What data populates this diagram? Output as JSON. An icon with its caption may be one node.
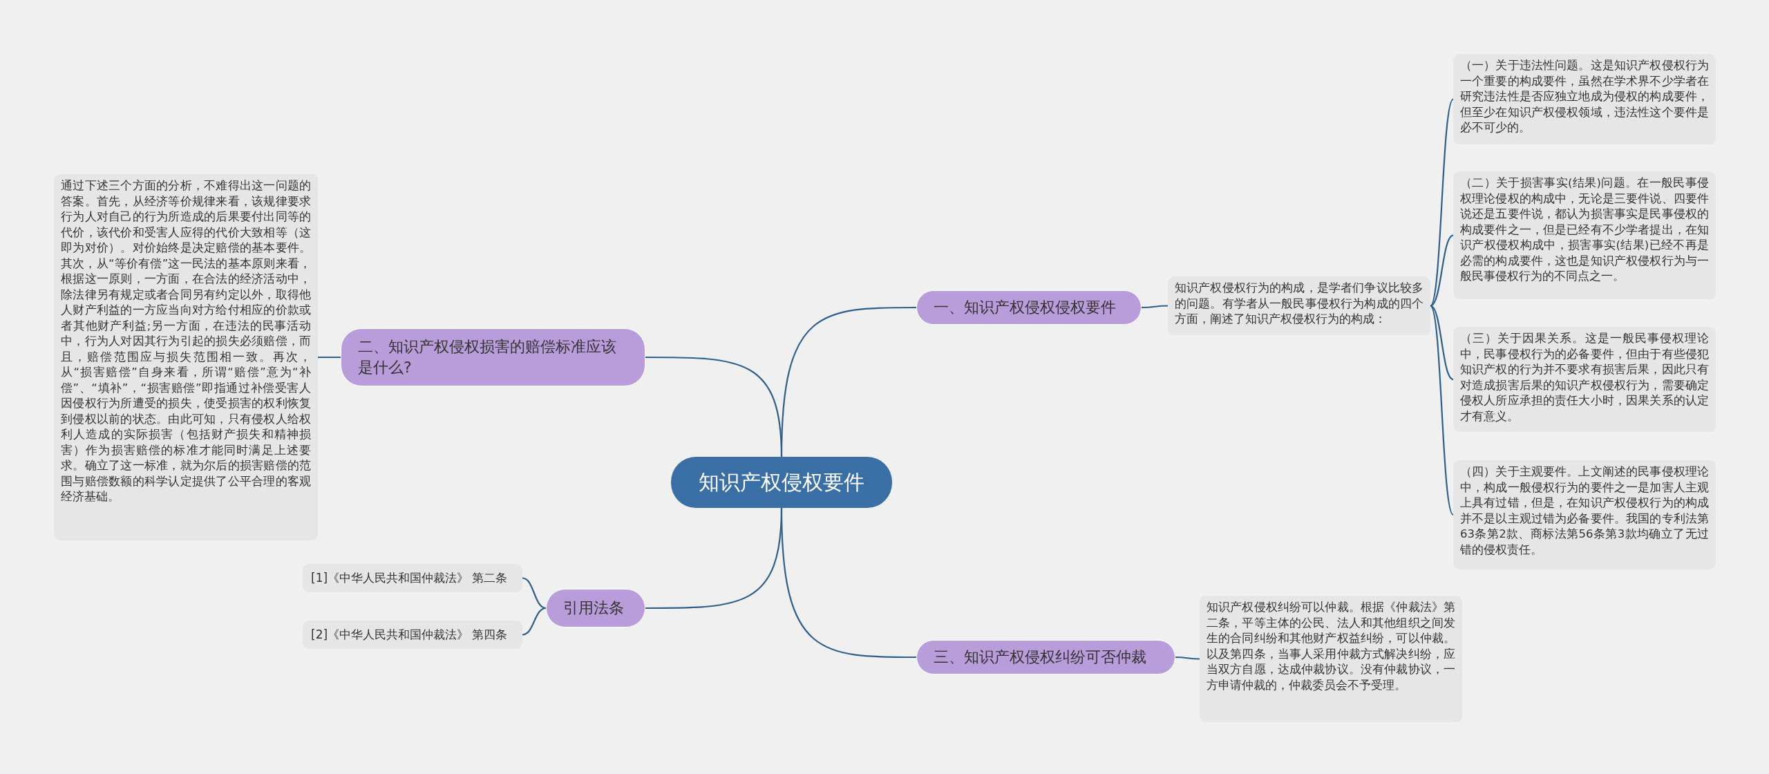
{
  "diagram": {
    "nodes": [
      {
        "text": [
          "知识产权侵权要件"
        ]
      },
      {
        "text": [
          "一、知识产权侵权侵权要件"
        ]
      },
      {
        "text": [
          "知识产权侵权行为的构成，是学者们争议比较多的问题。有学者从一般民事侵权行为构成的四个方面，阐述了知识产权侵权行为的构成："
        ]
      },
      {
        "text": [
          "（一）关于违法性问题。这是知识产权侵权行为一个重要的构成要件，虽然在学术界不少学者在研究违法性是否应独立地成为侵权的构成要件，但至少在知识产权侵权领域，违法性这个要件是必不可少的。"
        ]
      },
      {
        "text": [
          "（二）关于损害事实(结果)问题。在一般民事侵权理论侵权的构成中，无论是三要件说、四要件说还是五要件说，都认为损害事实是民事侵权的构成要件之一，但是已经有不少学者提出，在知识产权侵权构成中，损害事实(结果)已经不再是必需的构成要件，这也是知识产权侵权行为与一般民事侵权行为的不同点之一。"
        ]
      },
      {
        "text": [
          "（三）关于因果关系。这是一般民事侵权理论中，民事侵权行为的必备要件，但由于有些侵犯知识产权的行为并不要求有损害后果，因此只有对造成损害后果的知识产权侵权行为，需要确定侵权人所应承担的责任大小时，因果关系的认定才有意义。"
        ]
      },
      {
        "text": [
          "（四）关于主观要件。上文阐述的民事侵权理论中，构成一般侵权行为的要件之一是加害人主观上具有过错，但是，在知识产权侵权行为的构成并不是以主观过错为必备要件。我国的专利法第63条第2款、商标法第56条第3款均确立了无过错的侵权责任。"
        ]
      },
      {
        "text": [
          "二、知识产权侵权损害的赔偿标准应该是什么?"
        ]
      },
      {
        "text": [
          "通过下述三个方面的分析，不难得出这一问题的答案。首先，从经济等价规律来看，该规律要求行为人对自己的行为所造成的后果要付出同等的代价，该代价和受害人应得的代价大致相等（这即为对价）。对价始终是决定赔偿的基本要件。其次，从“等价有偿”这一民法的基本原则来看，根据这一原则，一方面，在合法的经济活动中，除法律另有规定或者合同另有约定以外，取得他人财产利益的一方应当向对方给付相应的价款或者其他财产利益;另一方面，在违法的民事活动中，行为人对因其行为引起的损失必须赔偿，而且，赔偿范围应与损失范围相一致。再次，从“损害赔偿”自身来看，所谓“赔偿”意为“补偿”、“填补”，“损害赔偿”即指通过补偿受害人因侵权行为所遭受的损失，使受损害的权利恢复到侵权以前的状态。由此可知，只有侵权人给权利人造成的实际损害（包括财产损失和精神损害）作为损害赔偿的标准才能同时满足上述要求。确立了这一标准，就为尔后的损害赔偿的范围与赔偿数额的科学认定提供了公平合理的客观经济基础。"
        ]
      },
      {
        "text": [
          "引用法条"
        ]
      },
      {
        "text": [
          "[1]《中华人民共和国仲裁法》 第二条"
        ]
      },
      {
        "text": [
          "[2]《中华人民共和国仲裁法》 第四条"
        ]
      },
      {
        "text": [
          "三、知识产权侵权纠纷可否仲裁"
        ]
      },
      {
        "text": [
          "知识产权侵权纠纷可以仲裁。根据《仲裁法》第二条，平等主体的公民、法人和其他组织之间发生的合同纠纷和其他财产权益纠纷，可以仲裁。以及第四条，当事人采用仲裁方式解决纠纷，应当双方自愿，达成仲裁协议。没有仲裁协议，一方申请仲裁的，仲裁委员会不予受理。"
        ]
      }
    ],
    "edges": [
      {
        "from": 0,
        "to": 1,
        "arrow": "none"
      },
      {
        "from": 1,
        "to": 2,
        "arrow": "none"
      },
      {
        "from": 2,
        "to": 3,
        "arrow": "none"
      },
      {
        "from": 2,
        "to": 4,
        "arrow": "none"
      },
      {
        "from": 2,
        "to": 5,
        "arrow": "none"
      },
      {
        "from": 2,
        "to": 6,
        "arrow": "none"
      },
      {
        "from": 0,
        "to": 7,
        "arrow": "none"
      },
      {
        "from": 7,
        "to": 8,
        "arrow": "none"
      },
      {
        "from": 0,
        "to": 9,
        "arrow": "none"
      },
      {
        "from": 9,
        "to": 10,
        "arrow": "none"
      },
      {
        "from": 9,
        "to": 11,
        "arrow": "none"
      },
      {
        "from": 0,
        "to": 12,
        "arrow": "none"
      },
      {
        "from": 12,
        "to": 13,
        "arrow": "none"
      }
    ]
  }
}
